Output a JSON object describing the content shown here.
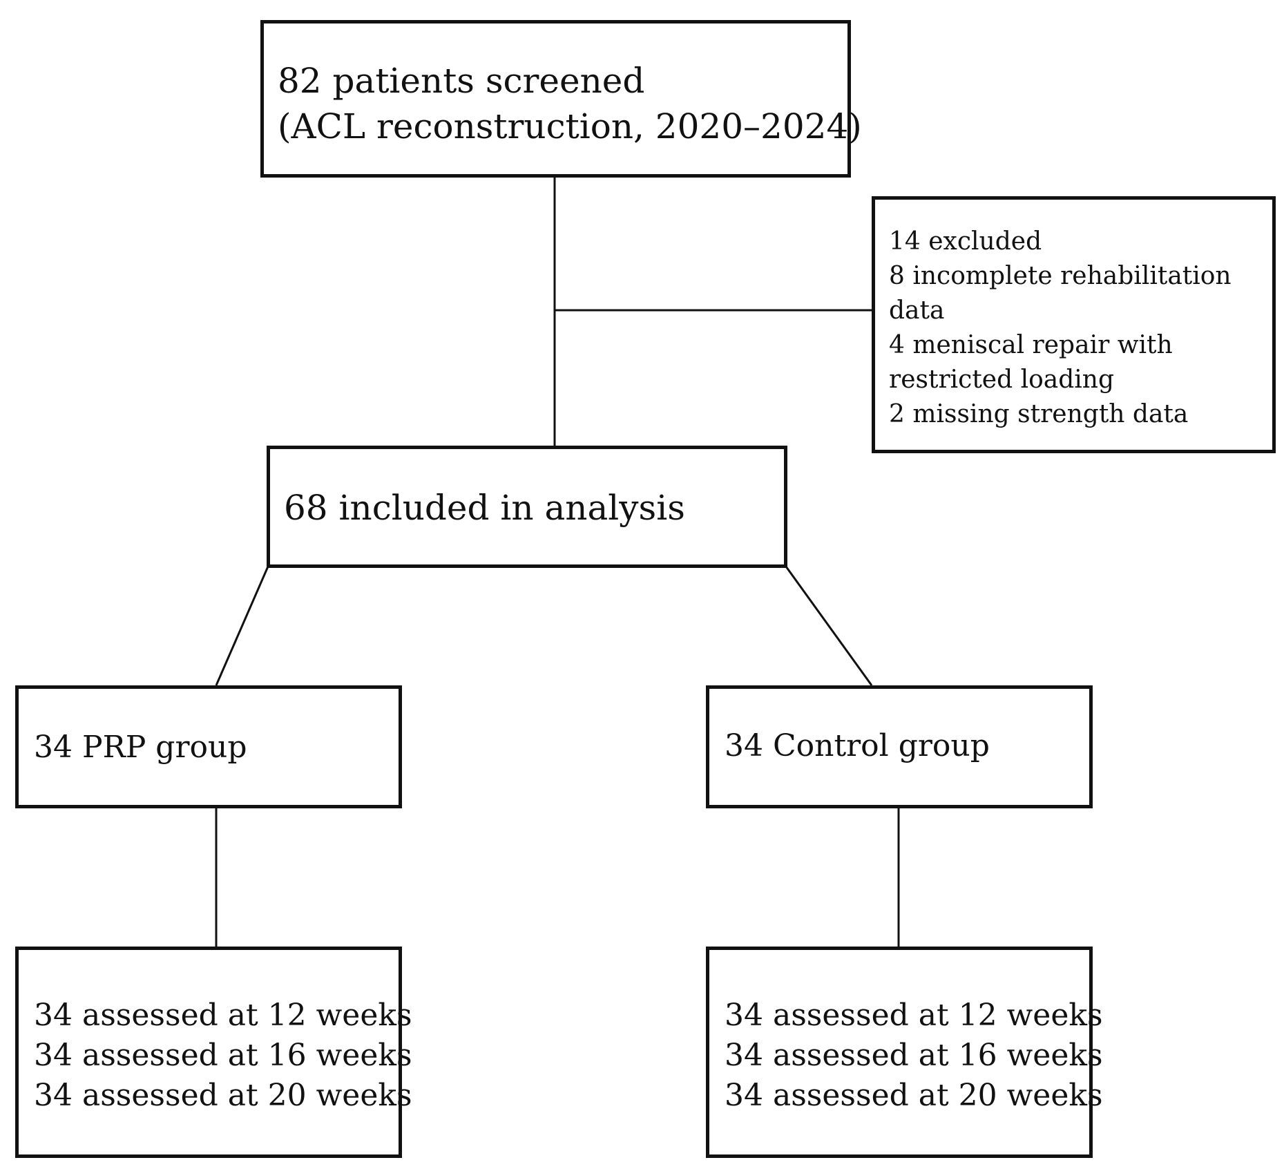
{
  "screened": {
    "line1": "82 patients screened",
    "line2": "(ACL reconstruction, 2020–2024)"
  },
  "excluded": {
    "lines": [
      "14 excluded",
      "8 incomplete rehabilitation",
      "data",
      "4 meniscal repair with",
      "restricted loading",
      "2 missing strength data"
    ]
  },
  "included": {
    "label": "68 included in analysis"
  },
  "prp_group": {
    "label": "34 PRP group",
    "assessments": [
      "34 assessed at 12 weeks",
      "34 assessed at 16 weeks",
      "34 assessed at 20 weeks"
    ]
  },
  "control_group": {
    "label": "34 Control group",
    "assessments": [
      "34 assessed at 12 weeks",
      "34 assessed at 16 weeks",
      "34 assessed at 20 weeks"
    ]
  }
}
